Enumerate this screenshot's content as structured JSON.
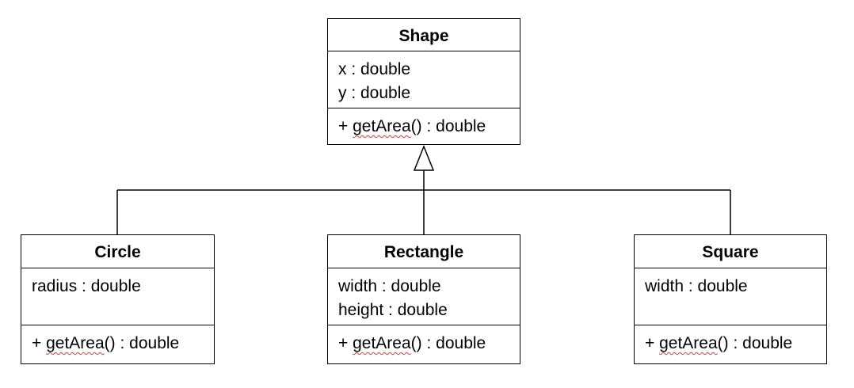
{
  "diagram": {
    "classes": {
      "shape": {
        "name": "Shape",
        "attributes": [
          "x : double",
          "y : double"
        ],
        "operation": {
          "prefix": "+ ",
          "method": "getArea",
          "suffix": "() : double"
        }
      },
      "circle": {
        "name": "Circle",
        "attributes": [
          "radius : double"
        ],
        "operation": {
          "prefix": "+ ",
          "method": "getArea",
          "suffix": "() : double"
        }
      },
      "rectangle": {
        "name": "Rectangle",
        "attributes": [
          "width : double",
          "height : double"
        ],
        "operation": {
          "prefix": "+ ",
          "method": "getArea",
          "suffix": "() : double"
        }
      },
      "square": {
        "name": "Square",
        "attributes": [
          "width : double"
        ],
        "operation": {
          "prefix": "+ ",
          "method": "getArea",
          "suffix": "() : double"
        }
      }
    },
    "relationships": [
      {
        "type": "generalization",
        "from": "Circle",
        "to": "Shape"
      },
      {
        "type": "generalization",
        "from": "Rectangle",
        "to": "Shape"
      },
      {
        "type": "generalization",
        "from": "Square",
        "to": "Shape"
      }
    ],
    "colors": {
      "stroke": "#000000",
      "background": "#ffffff",
      "spellcheck_underline": "#e53935"
    }
  }
}
